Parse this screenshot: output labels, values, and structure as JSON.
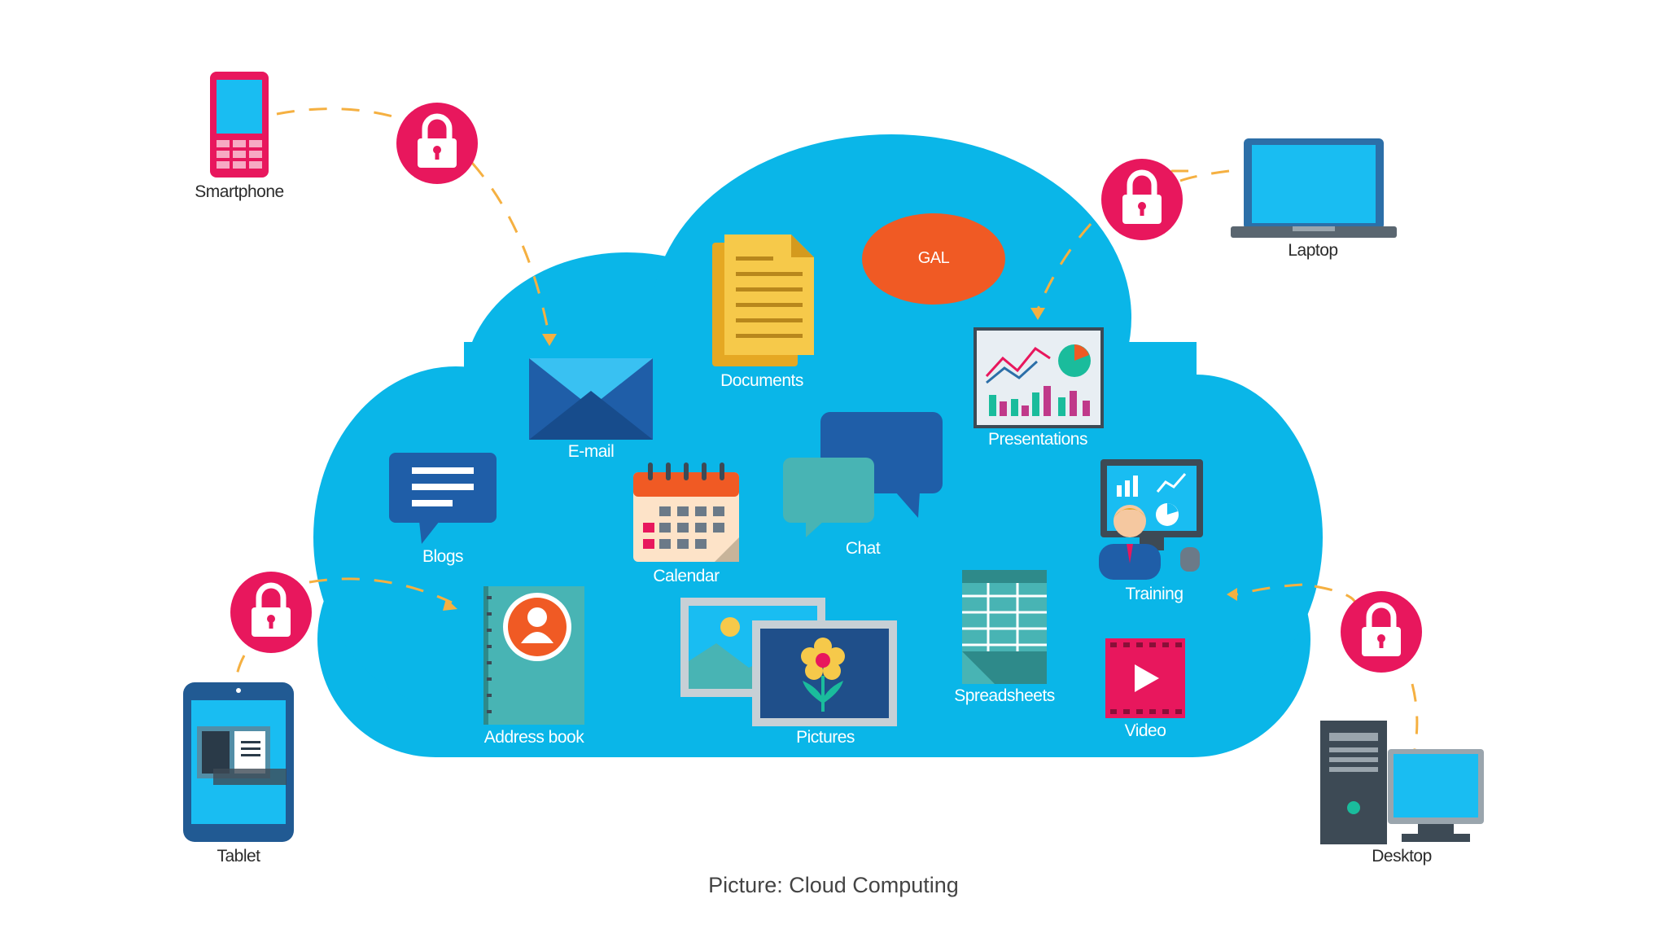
{
  "caption": "Picture: Cloud Computing",
  "colors": {
    "cloud": "#0ab6e8",
    "lock": "#e8175d",
    "connector": "#f5b041",
    "device_screen": "#19bdf2",
    "device_dark": "#3d4a55"
  },
  "devices": {
    "smartphone": "Smartphone",
    "laptop": "Laptop",
    "tablet": "Tablet",
    "desktop": "Desktop"
  },
  "services": {
    "documents": "Documents",
    "gal": "GAL",
    "email": "E-mail",
    "presentations": "Presentations",
    "blogs": "Blogs",
    "calendar": "Calendar",
    "chat": "Chat",
    "training": "Training",
    "address_book": "Address book",
    "pictures": "Pictures",
    "spreadsheets": "Spreadsheets",
    "video": "Video"
  },
  "icons": {
    "lock": "padlock-icon",
    "smartphone": "smartphone-icon",
    "laptop": "laptop-icon",
    "tablet": "tablet-icon",
    "desktop": "desktop-icon"
  }
}
